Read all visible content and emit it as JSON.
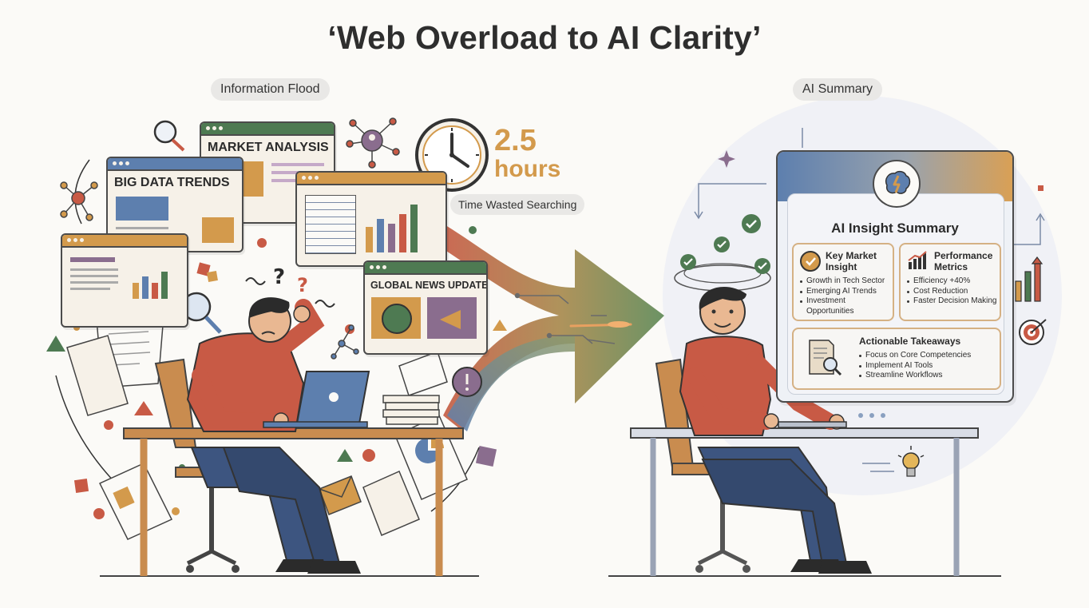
{
  "title": "‘Web Overload to AI Clarity’",
  "left_panel": {
    "label": "Information Flood",
    "windows": {
      "market_analysis": "MARKET ANALYSIS",
      "big_data_trends": "BIG DATA TRENDS",
      "global_news_update": "GLOBAL NEWS UPDATE"
    },
    "time_value": "2.5",
    "time_unit": "hours",
    "time_caption": "Time Wasted Searching"
  },
  "right_panel": {
    "label": "AI Summary",
    "card_title": "AI Insight Summary",
    "key_insight": {
      "heading": "Key Market Insight",
      "items": [
        "Growth in Tech Sector",
        "Emerging AI Trends",
        "Investment Opportunities"
      ]
    },
    "performance": {
      "heading": "Performance Metrics",
      "items": [
        "Efficiency +40%",
        "Cost Reduction",
        "Faster Decision Making"
      ]
    },
    "takeaways": {
      "heading": "Actionable Takeaways",
      "items": [
        "Focus on Core Competencies",
        "Implement AI Tools",
        "Streamline Workflows"
      ]
    }
  },
  "colors": {
    "orange": "#d39a4c",
    "red": "#c85a45",
    "blue": "#5d7fae",
    "green": "#4e7a52",
    "purple": "#8a6d8e",
    "dark": "#3a3a3a"
  },
  "icons": [
    "search-icon",
    "network-icon",
    "clock-icon",
    "brain-icon",
    "checkmark-icon",
    "lightbulb-icon",
    "target-icon",
    "megaphone-icon",
    "globe-icon",
    "envelope-icon",
    "document-icon",
    "bar-chart-icon"
  ]
}
